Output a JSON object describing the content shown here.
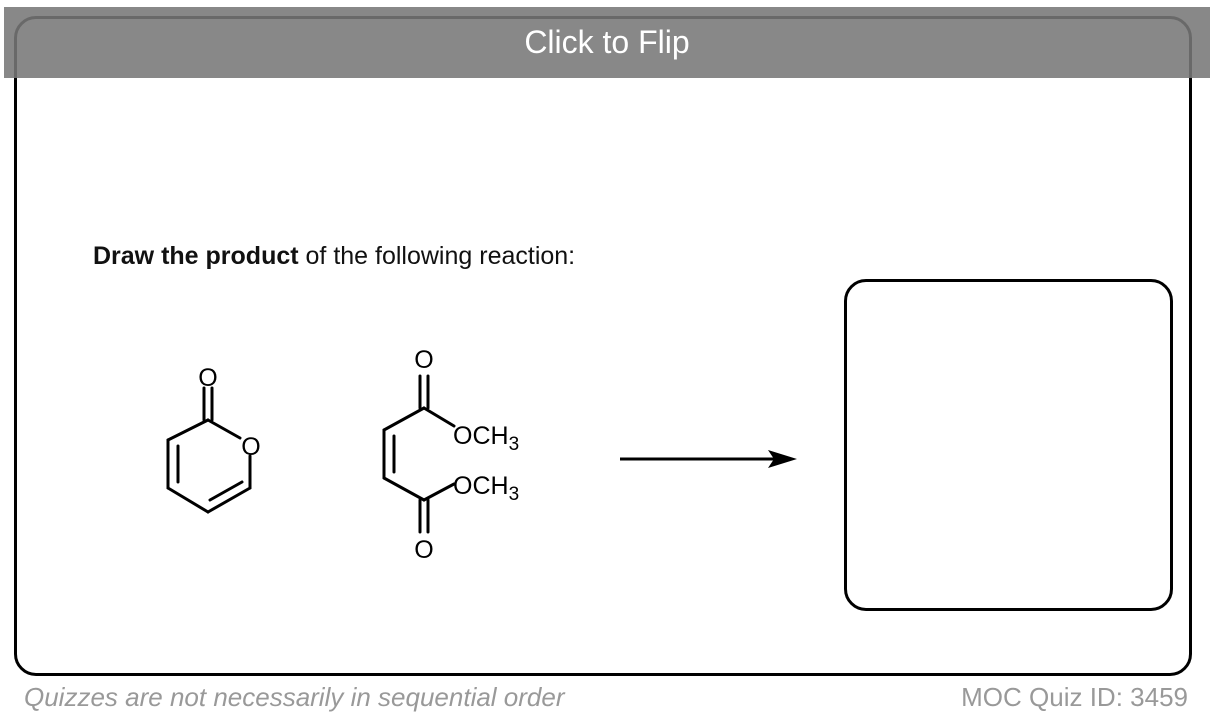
{
  "flip_label": "Click to Flip",
  "question": {
    "bold": "Draw the product",
    "rest": " of the following reaction:"
  },
  "molecules": {
    "pyranone": {
      "carbonyl_o": "O",
      "ring_o": "O"
    },
    "dimethyl_maleate": {
      "o_top": "O",
      "o_bottom": "O",
      "ome": "OCH",
      "sub": "3"
    }
  },
  "footer": {
    "left": "Quizzes are not necessarily in sequential order",
    "right": "MOC Quiz ID: 3459"
  }
}
